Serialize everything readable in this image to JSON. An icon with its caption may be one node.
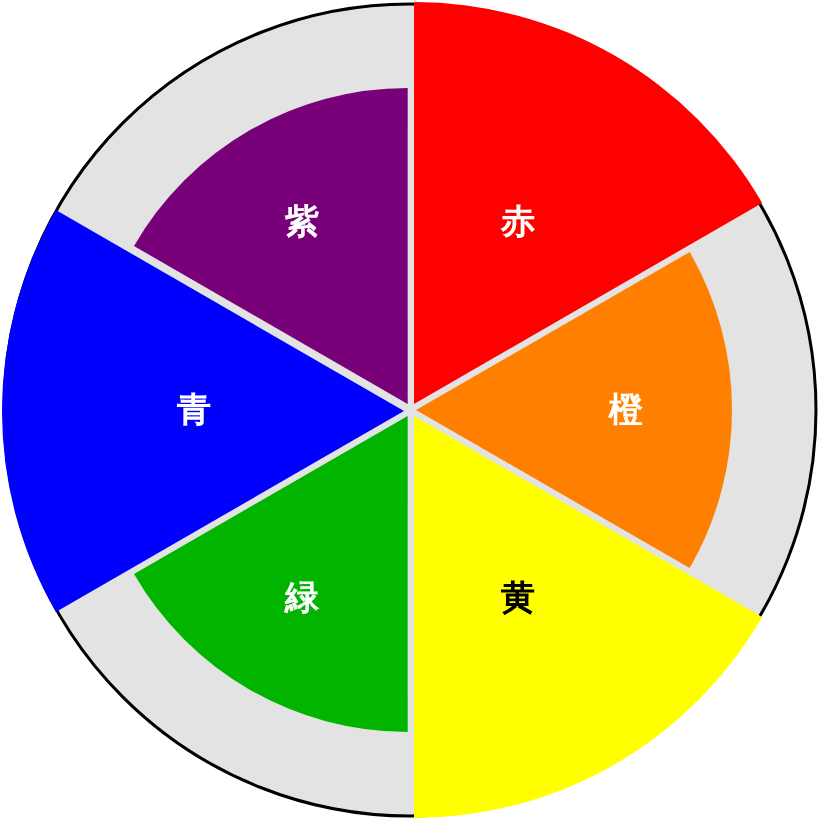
{
  "diagram": {
    "nodes": [
      {
        "text": [
          "赤"
        ]
      },
      {
        "text": [
          "橙"
        ]
      },
      {
        "text": [
          "黄"
        ]
      },
      {
        "text": [
          "緑"
        ]
      },
      {
        "text": [
          "青"
        ]
      },
      {
        "text": [
          "紫"
        ]
      }
    ]
  }
}
